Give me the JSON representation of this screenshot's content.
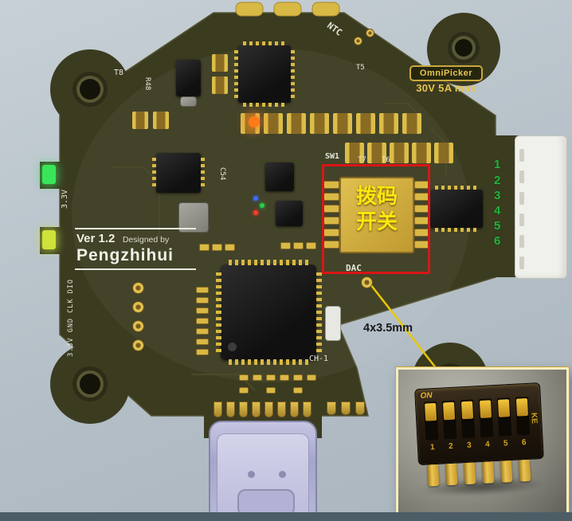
{
  "colors": {
    "board_olive": "#3b3b20",
    "pad_gold": "#d9b945",
    "annotation_red": "#d81616",
    "callout_yellow": "#ffe70d",
    "pin_number_green": "#23b13c",
    "badge_gold": "#e6c44e",
    "usb_lavender": "#b9b9dd"
  },
  "board": {
    "silkscreen": {
      "version": "Ver 1.2",
      "designed_by": "Designed by",
      "designer": "Pengzhihui",
      "rail_3v3": "3.3V",
      "swd_header": "3.3V GND CLK DIO",
      "sw1": "SW1",
      "t5": "T5",
      "t6": "T6",
      "t7": "T7",
      "t8": "T8",
      "r48": "R48",
      "c54": "C54",
      "dac": "DAC",
      "ch1": "CH-1",
      "ntc": "NTC"
    },
    "badge": {
      "brand": "OmniPicker",
      "rating": "30V 5A max"
    },
    "connector_pins": [
      "1",
      "2",
      "3",
      "4",
      "5",
      "6"
    ]
  },
  "annotations": {
    "dip_switch_line1": "拨码",
    "dip_switch_line2": "开关",
    "hole_size": "4x3.5mm"
  },
  "inset": {
    "on_label": "ON",
    "brand": "KE",
    "positions": [
      "1",
      "2",
      "3",
      "4",
      "5",
      "6"
    ]
  }
}
